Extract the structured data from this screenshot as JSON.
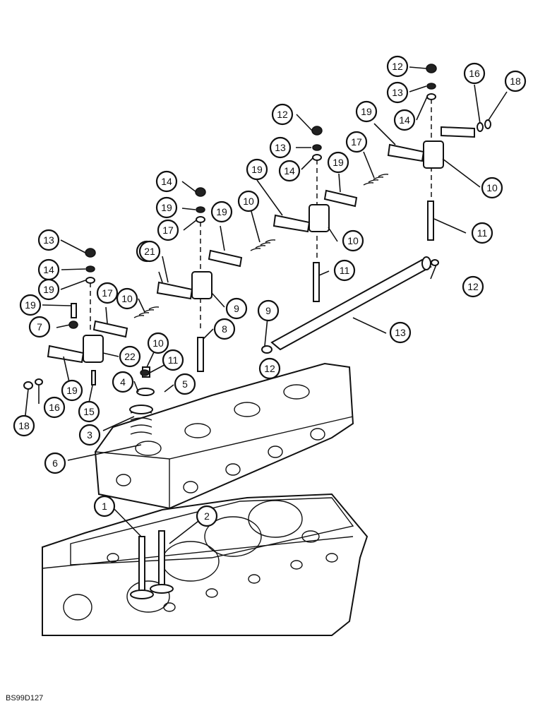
{
  "figure_code": "BS99D127",
  "callouts": [
    {
      "label": "12"
    },
    {
      "label": "13"
    },
    {
      "label": "14"
    },
    {
      "label": "16"
    },
    {
      "label": "18"
    },
    {
      "label": "19"
    },
    {
      "label": "10"
    },
    {
      "label": "11"
    },
    {
      "label": "12"
    },
    {
      "label": "13"
    },
    {
      "label": "14"
    },
    {
      "label": "19"
    },
    {
      "label": "17"
    },
    {
      "label": "19"
    },
    {
      "label": "10"
    },
    {
      "label": "11"
    },
    {
      "label": "9"
    },
    {
      "label": "12"
    },
    {
      "label": "13"
    },
    {
      "label": "14"
    },
    {
      "label": "19"
    },
    {
      "label": "17"
    },
    {
      "label": "19"
    },
    {
      "label": "10"
    },
    {
      "label": "11"
    },
    {
      "label": "9"
    },
    {
      "label": "8"
    },
    {
      "label": "12"
    },
    {
      "label": "13"
    },
    {
      "label": "14"
    },
    {
      "label": "19"
    },
    {
      "label": "21"
    },
    {
      "label": "19"
    },
    {
      "label": "17"
    },
    {
      "label": "10"
    },
    {
      "label": "22"
    },
    {
      "label": "7"
    },
    {
      "label": "10"
    },
    {
      "label": "11"
    },
    {
      "label": "5"
    },
    {
      "label": "4"
    },
    {
      "label": "19"
    },
    {
      "label": "16"
    },
    {
      "label": "15"
    },
    {
      "label": "18"
    },
    {
      "label": "3"
    },
    {
      "label": "6"
    },
    {
      "label": "1"
    },
    {
      "label": "2"
    }
  ]
}
